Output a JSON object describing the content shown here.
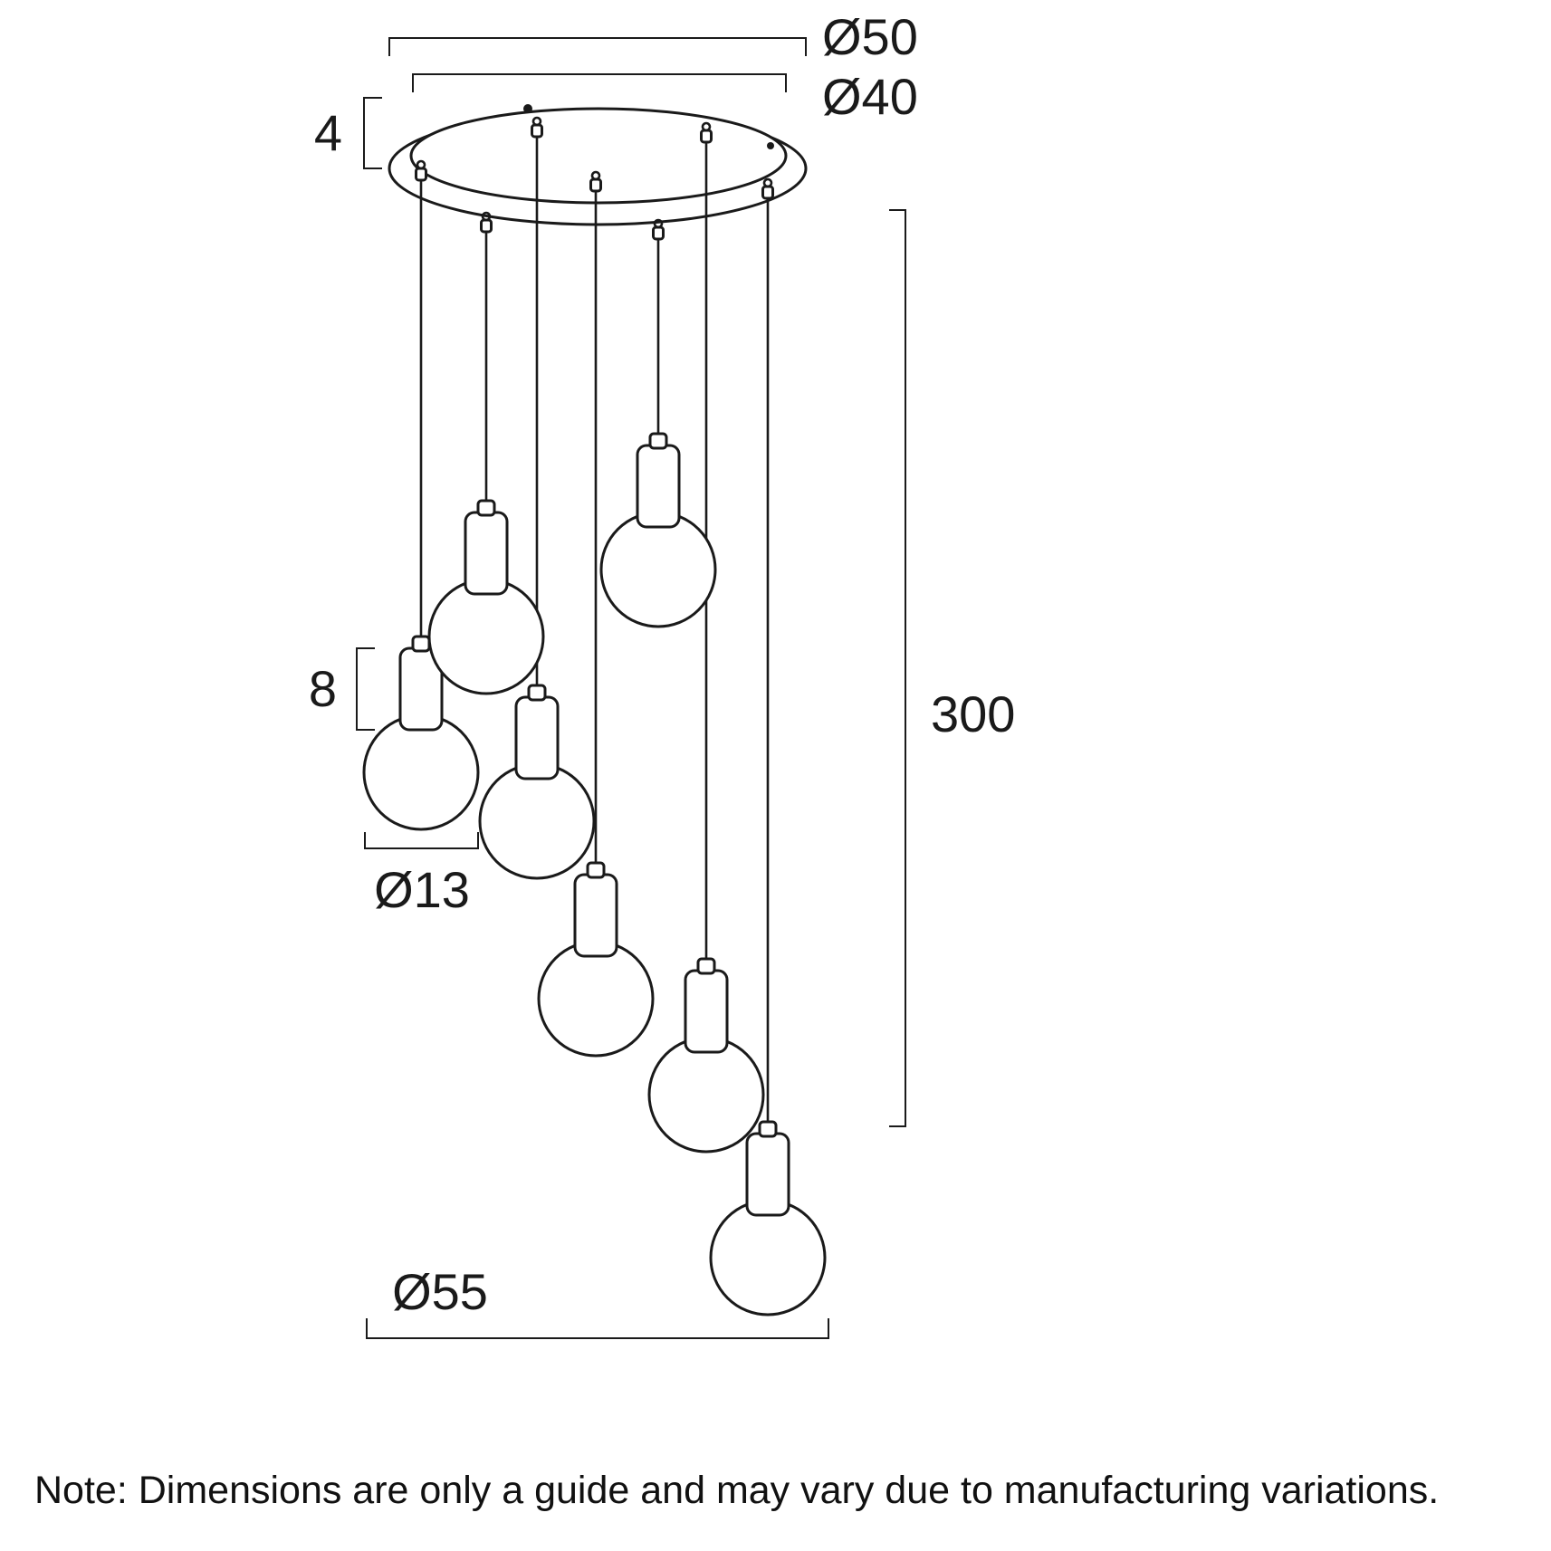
{
  "colors": {
    "line": "#1a1a1a",
    "background": "#ffffff"
  },
  "dimensions": {
    "canopy_outer_diameter": "Ø50",
    "canopy_pitch_diameter": "Ø40",
    "canopy_height": "4",
    "socket_height": "8",
    "shade_diameter": "Ø13",
    "overall_drop": "300",
    "overall_spread": "Ø55"
  },
  "note": "Note: Dimensions are only a guide and may vary due to manufacturing variations."
}
